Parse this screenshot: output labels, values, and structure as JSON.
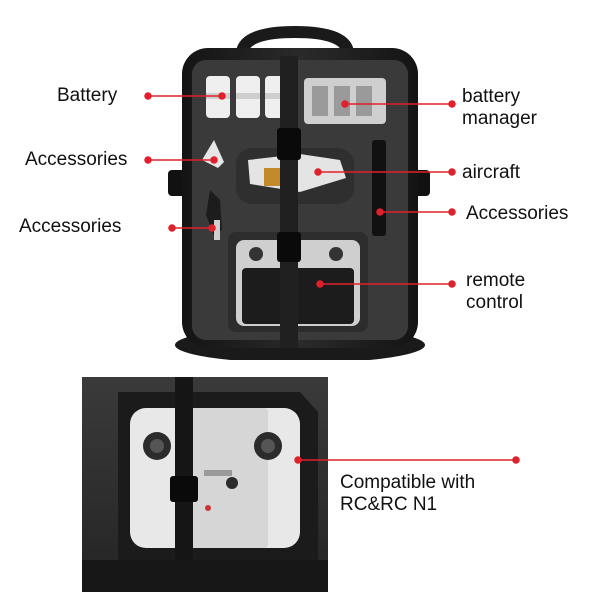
{
  "labels": {
    "battery": "Battery",
    "accessories_1": "Accessories",
    "accessories_2": "Accessories",
    "battery_manager": "battery\nmanager",
    "aircraft": "aircraft",
    "accessories_3": "Accessories",
    "remote_control": "remote\ncontrol",
    "compatible": "Compatible with\nRC&RC N1"
  },
  "colors": {
    "leader_line": "#e0202a",
    "case_foam": "#3a3a3a",
    "case_shell": "#1e1e1e"
  }
}
